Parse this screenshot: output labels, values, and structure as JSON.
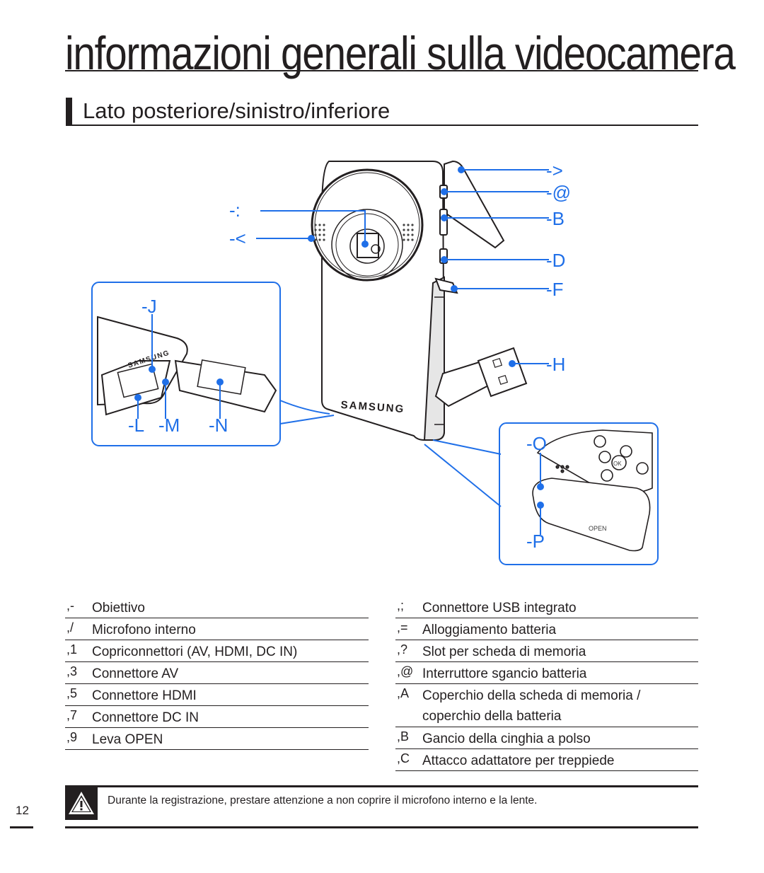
{
  "page": {
    "title": "informazioni generali sulla videocamera",
    "section_heading": "Lato posteriore/sinistro/inferiore",
    "page_number": "12"
  },
  "figure": {
    "callouts": {
      "lens": "-:",
      "microphone": "-<",
      "usb_connector_cover": "->",
      "av_connector": "-@",
      "hdmi_connector": "-B",
      "dc_in_connector": "-D",
      "open_lever": "-F",
      "usb_connector": "-H",
      "battery_release": "-J",
      "memory_card_slot": "-L",
      "battery_slot": "-M",
      "cover": "-N",
      "strap_hook": "-O",
      "tripod_mount": "-P"
    },
    "brand_text": "SAMSUNG",
    "open_label": "OPEN",
    "ok_label": "OK"
  },
  "legend": {
    "left": [
      {
        "code": ",-",
        "text": "Obiettivo"
      },
      {
        "code": ",/",
        "text": "Microfono interno"
      },
      {
        "code": ",1",
        "text": "Copriconnettori (AV, HDMI, DC IN)"
      },
      {
        "code": ",3",
        "text": "Connettore AV"
      },
      {
        "code": ",5",
        "text": "Connettore HDMI"
      },
      {
        "code": ",7",
        "text": "Connettore DC IN"
      },
      {
        "code": ",9",
        "text": "Leva OPEN"
      }
    ],
    "right": [
      {
        "code": ",;",
        "text": "Connettore USB integrato"
      },
      {
        "code": ",=",
        "text": "Alloggiamento batteria"
      },
      {
        "code": ",?",
        "text": "Slot per scheda di memoria"
      },
      {
        "code": ",@",
        "text": "Interruttore sgancio batteria"
      },
      {
        "code": ",A",
        "text": "Coperchio della scheda di memoria / coperchio della batteria"
      },
      {
        "code": ",B",
        "text": "Gancio della cinghia a polso"
      },
      {
        "code": ",C",
        "text": "Attacco adattatore per treppiede"
      }
    ]
  },
  "note": {
    "text": "Durante la registrazione, prestare attenzione a non coprire il microfono interno e la lente."
  },
  "colors": {
    "accent": "#1f6fe8",
    "text": "#231f20"
  }
}
